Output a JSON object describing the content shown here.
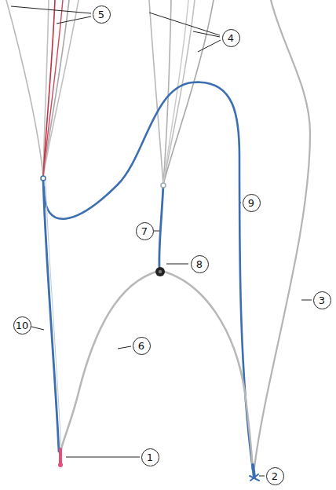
{
  "diagram": {
    "labels": [
      "5",
      "4",
      "9",
      "7",
      "8",
      "10",
      "6",
      "3",
      "1",
      "2"
    ]
  }
}
